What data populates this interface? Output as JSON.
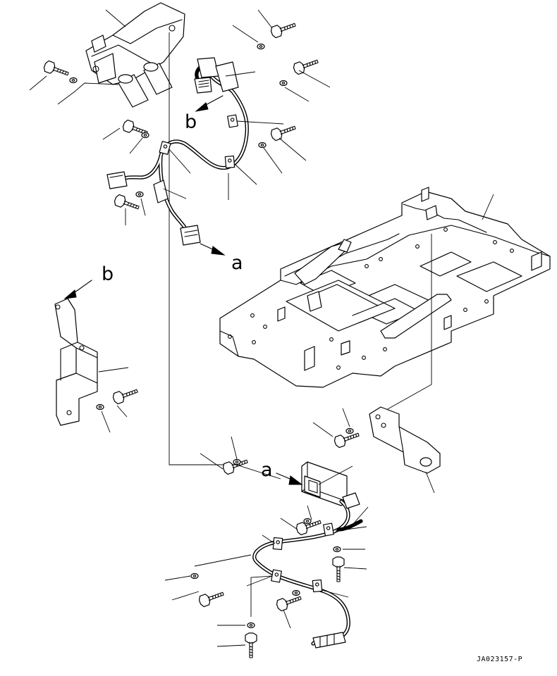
{
  "labels": {
    "b_top": "b",
    "a_top": "a",
    "b_mid": "b",
    "a_bottom": "a"
  },
  "drawing_code": "JA023157-P"
}
